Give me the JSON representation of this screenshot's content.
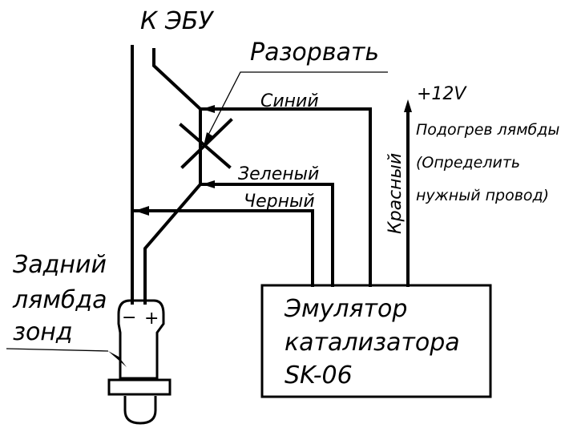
{
  "labels": {
    "to_ecu": "К ЭБУ",
    "cut": "Разорвать",
    "blue": "Синий",
    "plus12": "+12V",
    "heater_line1": "Подогрев лямбды",
    "heater_line2": "(Определить",
    "heater_line3": "нужный провод)",
    "green": "Зеленый",
    "black": "Черный",
    "red": "Красный",
    "sensor_line1": "Задний",
    "sensor_line2": "лямбда",
    "sensor_line3": "зонд",
    "emulator_line1": "Эмулятор",
    "emulator_line2": "катализатора",
    "emulator_line3": "SK-06",
    "minus": "−",
    "plus": "+"
  }
}
